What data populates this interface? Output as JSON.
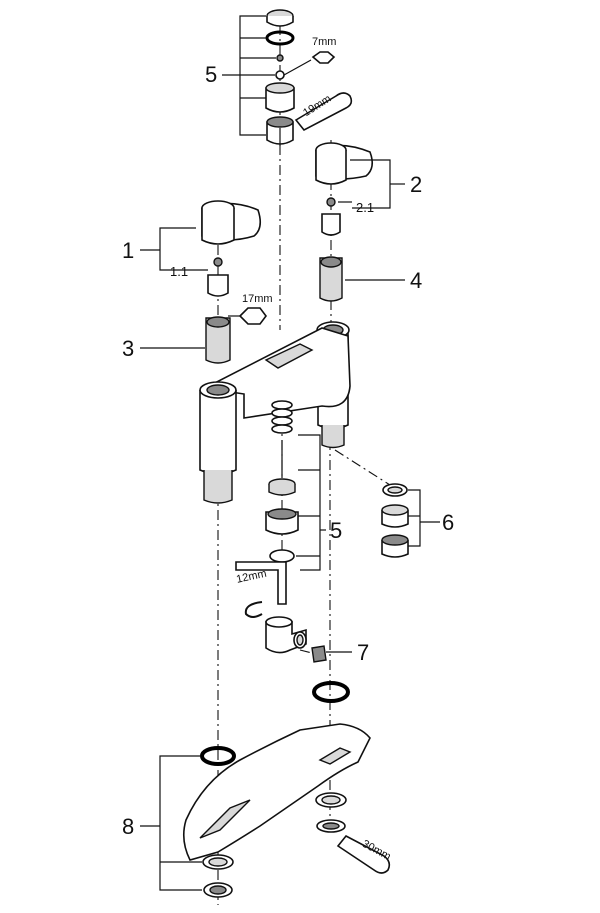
{
  "callouts": {
    "c1": "1",
    "c1_1": "1.1",
    "c2": "2",
    "c2_1": "2.1",
    "c3": "3",
    "c4": "4",
    "c5_top": "5",
    "c5_mid": "5",
    "c6": "6",
    "c7": "7",
    "c8": "8"
  },
  "tool_sizes": {
    "hex_top": "7mm",
    "wrench_top": "19mm",
    "hex_left": "17mm",
    "allen_key": "12mm",
    "wrench_bottom": "30mm"
  }
}
